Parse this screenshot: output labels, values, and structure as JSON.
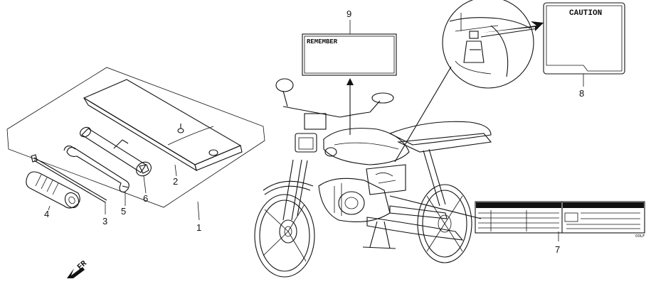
{
  "callouts": {
    "c1": "1",
    "c2": "2",
    "c3": "3",
    "c4": "4",
    "c5": "5",
    "c6": "6",
    "c7": "7",
    "c8": "8",
    "c9": "9"
  },
  "labels": {
    "remember": "REMEMBER",
    "caution": "CAUTION"
  },
  "direction": "FR",
  "decal_code": "00LF"
}
